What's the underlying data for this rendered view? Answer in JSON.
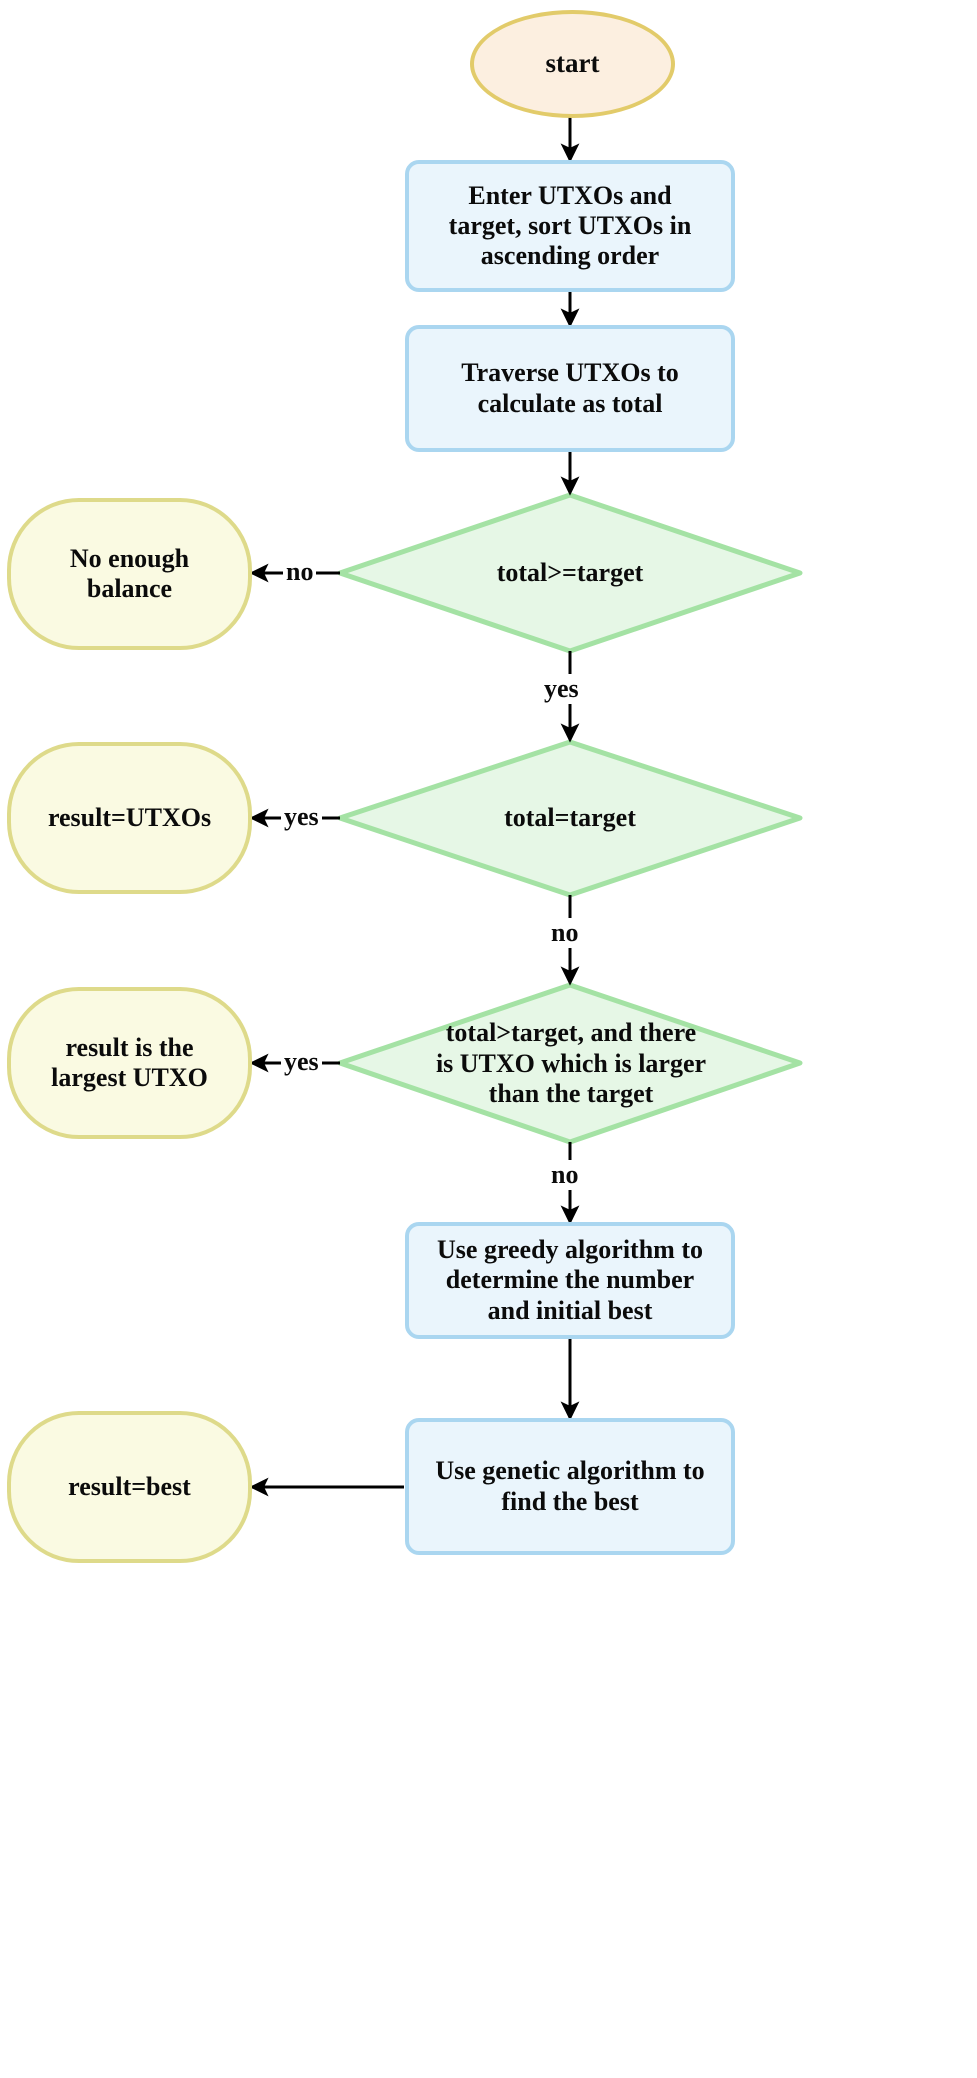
{
  "diagram": {
    "title": "UTXO selection algorithm flowchart",
    "colors": {
      "start_fill": "#FCEFE0",
      "start_stroke": "#E2CB6A",
      "process_fill": "#EAF5FC",
      "process_stroke": "#AAD6F0",
      "decision_fill": "#E6F7E6",
      "decision_stroke": "#A4E2A4",
      "terminal_fill": "#FAFAE2",
      "terminal_stroke": "#DEDA8A",
      "edge": "#000000",
      "text": "#0b0b0b",
      "background": "#ffffff"
    },
    "nodes": [
      {
        "id": "start",
        "type": "start",
        "label": "start"
      },
      {
        "id": "enter",
        "type": "process",
        "label": "Enter UTXOs and target,  sort UTXOs in ascending order"
      },
      {
        "id": "traverse",
        "type": "process",
        "label": "Traverse UTXOs to calculate as total"
      },
      {
        "id": "d1",
        "type": "decision",
        "label": "total>=target"
      },
      {
        "id": "noenough",
        "type": "terminal",
        "label": "No enough balance"
      },
      {
        "id": "d2",
        "type": "decision",
        "label": "total=target"
      },
      {
        "id": "resultutxos",
        "type": "terminal",
        "label": "result=UTXOs"
      },
      {
        "id": "d3",
        "type": "decision",
        "label": "total>target, and there is UTXO which is larger than the target"
      },
      {
        "id": "largestutxo",
        "type": "terminal",
        "label": "result is the largest UTXO"
      },
      {
        "id": "greedy",
        "type": "process",
        "label": "Use greedy algorithm to determine the number and initial best"
      },
      {
        "id": "genetic",
        "type": "process",
        "label": "Use genetic algorithm to find the best"
      },
      {
        "id": "resultbest",
        "type": "terminal",
        "label": "result=best"
      }
    ],
    "node_labels": {
      "start": "start",
      "enter_line1": "Enter UTXOs and",
      "enter_line2": "target,  sort UTXOs in",
      "enter_line3": "ascending order",
      "traverse_line1": "Traverse UTXOs to",
      "traverse_line2": "calculate as total",
      "d1": "total>=target",
      "noenough_line1": "No enough",
      "noenough_line2": "balance",
      "d2": "total=target",
      "resultutxos": "result=UTXOs",
      "d3_line1": "total>target, and there",
      "d3_line2": "is UTXO which is larger",
      "d3_line3": "than the target",
      "largestutxo_line1": "result is the",
      "largestutxo_line2": "largest UTXO",
      "greedy_line1": "Use greedy algorithm to",
      "greedy_line2": "determine the number",
      "greedy_line3": "and initial best",
      "genetic_line1": "Use genetic algorithm to",
      "genetic_line2": "find the best",
      "resultbest": "result=best"
    },
    "edges": [
      {
        "from": "start",
        "to": "enter",
        "label": ""
      },
      {
        "from": "enter",
        "to": "traverse",
        "label": ""
      },
      {
        "from": "traverse",
        "to": "d1",
        "label": ""
      },
      {
        "from": "d1",
        "to": "noenough",
        "label": "no"
      },
      {
        "from": "d1",
        "to": "d2",
        "label": "yes"
      },
      {
        "from": "d2",
        "to": "resultutxos",
        "label": "yes"
      },
      {
        "from": "d2",
        "to": "d3",
        "label": "no"
      },
      {
        "from": "d3",
        "to": "largestutxo",
        "label": "yes"
      },
      {
        "from": "d3",
        "to": "greedy",
        "label": "no"
      },
      {
        "from": "greedy",
        "to": "genetic",
        "label": ""
      },
      {
        "from": "genetic",
        "to": "resultbest",
        "label": ""
      }
    ],
    "edge_labels": {
      "d1_no": "no",
      "d1_yes": "yes",
      "d2_yes": "yes",
      "d2_no": "no",
      "d3_yes": "yes",
      "d3_no": "no"
    }
  }
}
